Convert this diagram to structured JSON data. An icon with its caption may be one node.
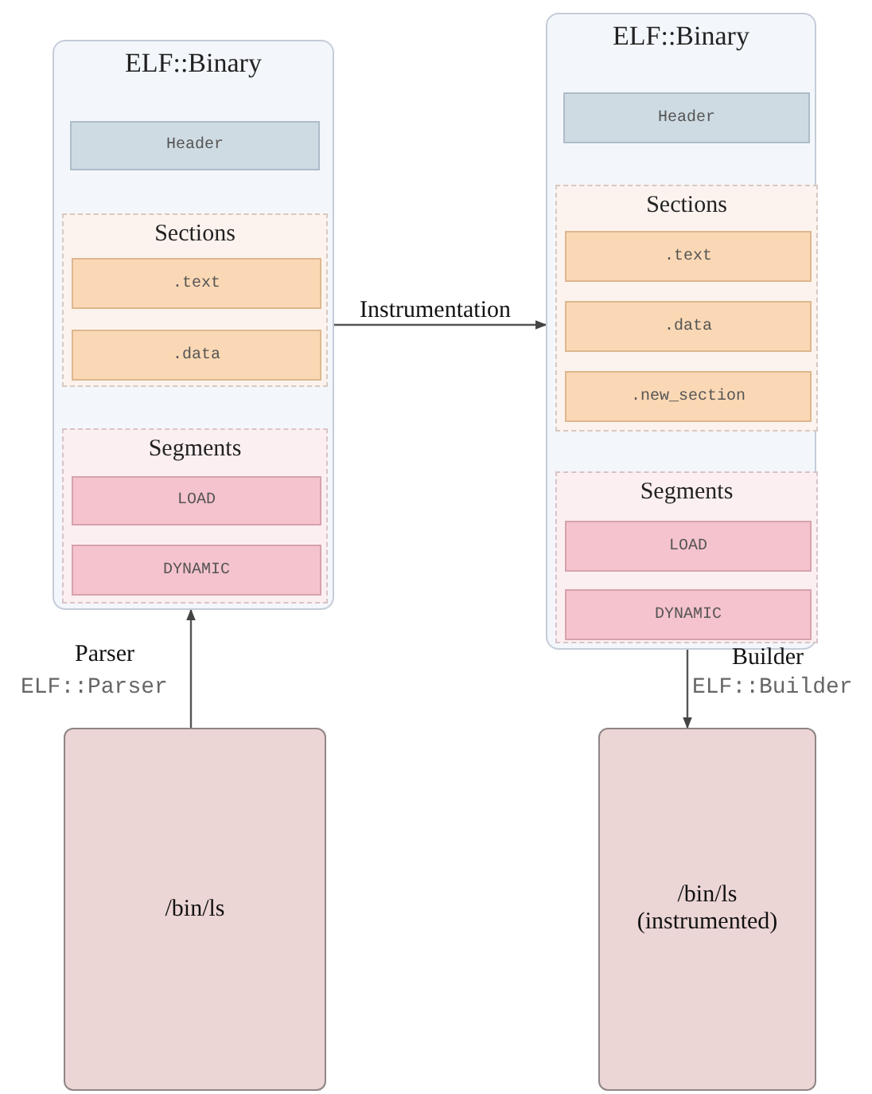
{
  "diagram": {
    "nodes": [
      {
        "text": [
          "ELF::Binary"
        ]
      },
      {
        "text": [
          "Header"
        ],
        "in": 0
      },
      {
        "text": [
          "Sections"
        ],
        "in": 0
      },
      {
        "text": [
          ".text"
        ],
        "in": 2
      },
      {
        "text": [
          ".data"
        ],
        "in": 2
      },
      {
        "text": [
          "Segments"
        ],
        "in": 0
      },
      {
        "text": [
          "LOAD"
        ],
        "in": 5
      },
      {
        "text": [
          "DYNAMIC"
        ],
        "in": 5
      },
      {
        "text": [
          "ELF::Binary"
        ]
      },
      {
        "text": [
          "Header"
        ],
        "in": 8
      },
      {
        "text": [
          "Sections"
        ],
        "in": 8
      },
      {
        "text": [
          ".text"
        ],
        "in": 10
      },
      {
        "text": [
          ".data"
        ],
        "in": 10
      },
      {
        "text": [
          ".new_section"
        ],
        "in": 10
      },
      {
        "text": [
          "Segments"
        ],
        "in": 8
      },
      {
        "text": [
          "LOAD"
        ],
        "in": 14
      },
      {
        "text": [
          "DYNAMIC"
        ],
        "in": 14
      },
      {
        "text": [
          "/bin/ls"
        ]
      },
      {
        "text": [
          "/bin/ls (instrumented)"
        ]
      }
    ],
    "edges": [
      {
        "from": 17,
        "to": 0,
        "arrow": "to",
        "label": "Parser"
      },
      {
        "from": 0,
        "to": 8,
        "arrow": "to",
        "label": "Instrumentation"
      },
      {
        "from": 8,
        "to": 18,
        "arrow": "to",
        "label": "Builder"
      }
    ],
    "labels": [
      "ELF::Parser",
      "ELF::Builder"
    ]
  }
}
